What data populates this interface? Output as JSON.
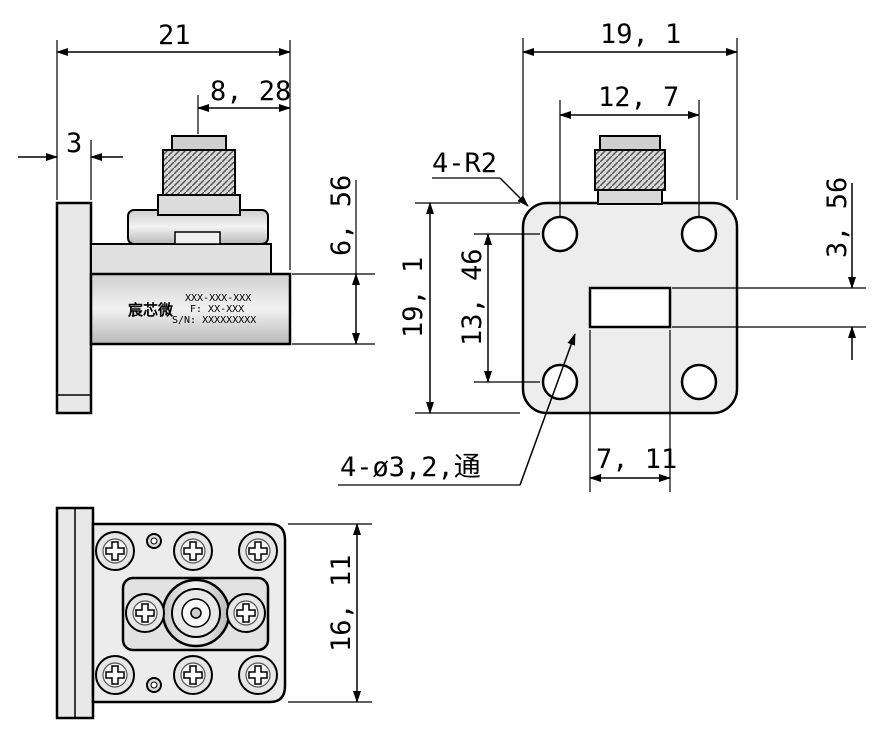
{
  "side_view": {
    "dim_width": "21",
    "dim_connector_offset": "8, 28",
    "dim_flange_thickness": "3",
    "dim_body_height": "6, 56",
    "label": {
      "logo": "宸芯微",
      "part_no": "XXX-XXX-XXX",
      "freq": "F: XX-XXX",
      "serial": "S/N: XXXXXXXXX"
    }
  },
  "flange_view": {
    "dim_width": "19, 1",
    "dim_hole_spacing_h": "12, 7",
    "dim_corner_radius": "4-R2",
    "dim_height": "19, 1",
    "dim_hole_spacing_v": "13, 46",
    "dim_aperture_height": "3, 56",
    "dim_aperture_width": "7, 11",
    "dim_holes": "4-ø3,2,通"
  },
  "bottom_view": {
    "dim_length": "16, 11"
  }
}
